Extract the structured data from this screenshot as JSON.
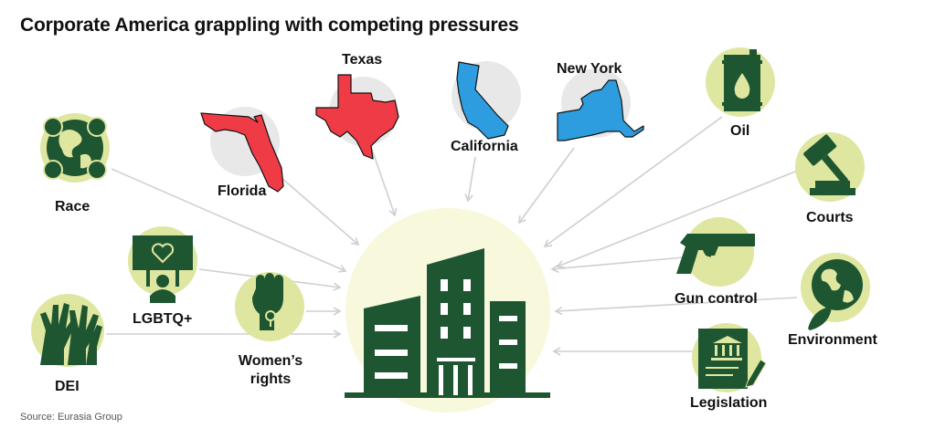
{
  "title": "Corporate America grappling with competing pressures",
  "source": "Source: Eurasia Group",
  "labels": {
    "race": "Race",
    "lgbtq": "LGBTQ+",
    "dei": "DEI",
    "womens_rights_1": "Women’s",
    "womens_rights_2": "rights",
    "florida": "Florida",
    "texas": "Texas",
    "california": "California",
    "new_york": "New York",
    "oil": "Oil",
    "courts": "Courts",
    "gun_control": "Gun control",
    "environment": "Environment",
    "legislation": "Legislation"
  },
  "colors": {
    "dark_green": "#1e5631",
    "light_green": "#dfe6a0",
    "pale_yellow": "#f7f8dc",
    "gray_circle": "#e8e8e8",
    "florida_texas_red": "#ef3b45",
    "cal_ny_blue": "#2e9ddf",
    "arrow_gray": "#cfcfcf"
  }
}
